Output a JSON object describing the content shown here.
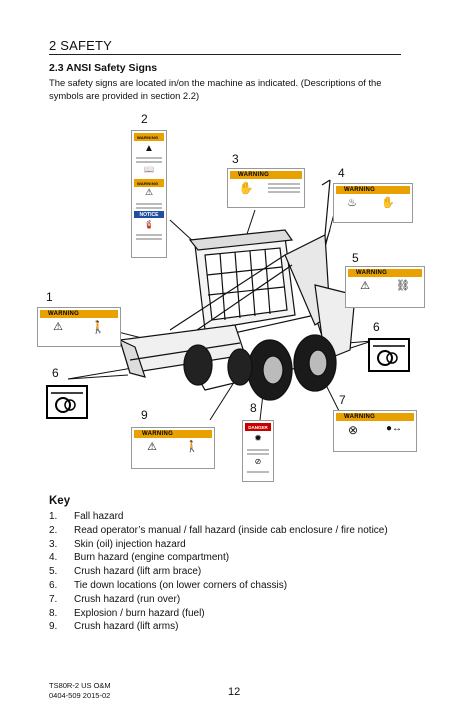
{
  "section_title": "2 SAFETY",
  "subsection_title": "2.3 ANSI Safety Signs",
  "intro_text": "The safety signs are located in/on the machine as indicated. (Descriptions of the symbols are provided in section 2.2)",
  "callouts": [
    "1",
    "2",
    "3",
    "4",
    "5",
    "6",
    "6",
    "7",
    "8",
    "9"
  ],
  "sign_words": {
    "warning": "WARNING",
    "danger": "DANGER",
    "notice": "NOTICE"
  },
  "key_title": "Key",
  "key_items": [
    {
      "num": "1.",
      "text": "Fall hazard"
    },
    {
      "num": "2.",
      "text": "Read operator’s manual / fall hazard (inside cab enclosure / fire notice)"
    },
    {
      "num": "3.",
      "text": "Skin (oil) injection hazard"
    },
    {
      "num": "4.",
      "text": "Burn hazard (engine compartment)"
    },
    {
      "num": "5.",
      "text": "Crush hazard (lift arm brace)"
    },
    {
      "num": "6.",
      "text": "Tie down locations (on lower corners of chassis)"
    },
    {
      "num": "7.",
      "text": "Crush hazard (run over)"
    },
    {
      "num": "8.",
      "text": "Explosion / burn hazard (fuel)"
    },
    {
      "num": "9.",
      "text": "Crush hazard (lift arms)"
    }
  ],
  "footer_doc_line1": "TS80R-2 US O&M",
  "footer_doc_line2": "0404-509   2015-02",
  "page_number": "12",
  "colors": {
    "warning": "#e8a100",
    "danger": "#c80000",
    "notice": "#1e4fa3"
  }
}
